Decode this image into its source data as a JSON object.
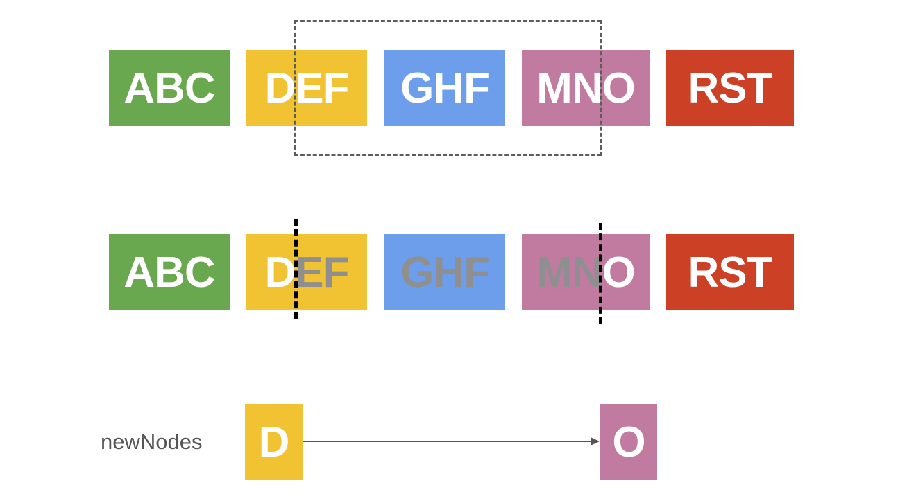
{
  "colors": {
    "green": "#6aa84f",
    "yellow": "#f1c232",
    "blue": "#6d9eeb",
    "pink": "#c27ba0",
    "red": "#cc4125",
    "dimmed_text": "#8f8f8f"
  },
  "row1": {
    "abc": "ABC",
    "def": "DEF",
    "ghf": "GHF",
    "mno": "MNO",
    "rst": "RST"
  },
  "row2": {
    "abc": "ABC",
    "def_kept": "D",
    "def_removed": "EF",
    "ghf": "GHF",
    "mno_removed": "MN",
    "mno_kept": "O",
    "rst": "RST"
  },
  "row3": {
    "label": "newNodes",
    "d": "D",
    "o": "O"
  }
}
